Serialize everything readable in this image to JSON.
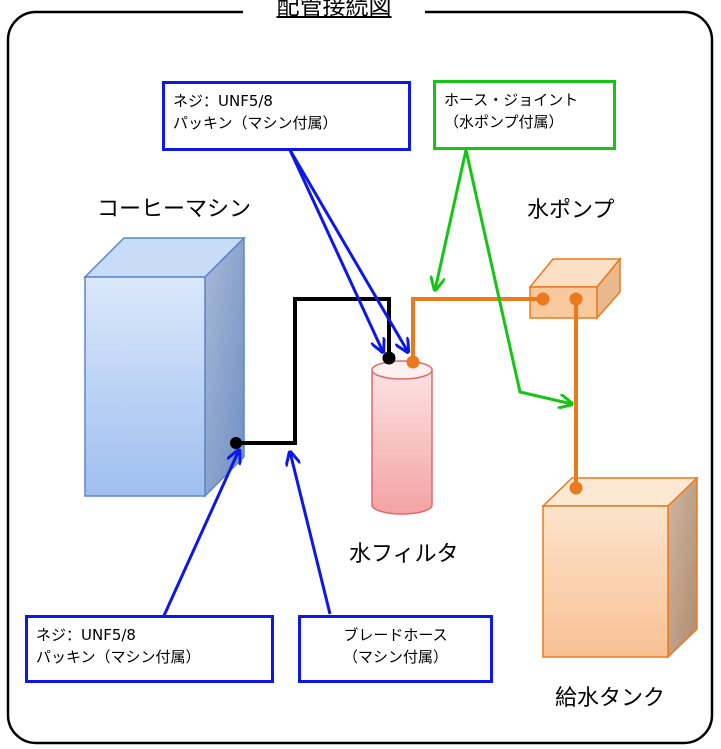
{
  "title": "配管接続図",
  "components": {
    "coffee_machine": "コーヒーマシン",
    "water_pump": "水ポンプ",
    "water_filter": "水フィルタ",
    "supply_tank": "給水タンク"
  },
  "callouts": {
    "top_screw": {
      "line1": "ネジ：UNF5/8",
      "line2": "パッキン（マシン付属）"
    },
    "hose_joint": {
      "line1": "ホース・ジョイント",
      "line2": "（水ポンプ付属）"
    },
    "bottom_screw": {
      "line1": "ネジ：UNF5/8",
      "line2": "パッキン（マシン付属）"
    },
    "braided_hose": {
      "line1": "ブレードホース",
      "line2": "（マシン付属）"
    }
  },
  "colors": {
    "callout_blue": "#0d18e6",
    "callout_green": "#15c515",
    "orange_pipe": "#ea7a1e",
    "black_pipe": "#000000",
    "machine_blue": "#a9c8f3",
    "filter_red": "#f5a5a5",
    "pump_orange": "#f9c89c"
  }
}
